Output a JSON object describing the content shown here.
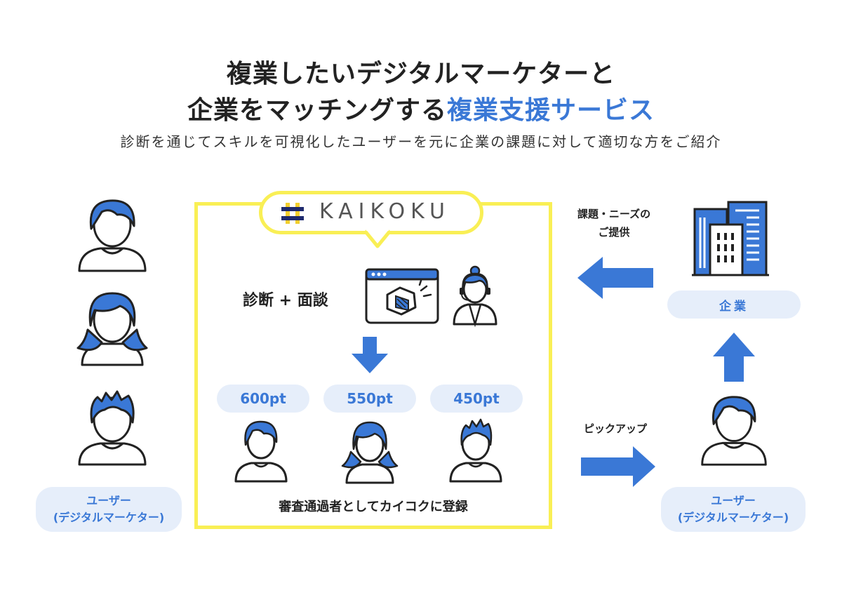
{
  "header": {
    "title_line1": "複業したいデジタルマーケターと",
    "title_line2_prefix": "企業をマッチングする",
    "title_line2_accent": "複業支援サービス",
    "subtitle": "診断を通じてスキルを可視化したユーザーを元に企業の課題に対して適切な方をご紹介"
  },
  "left": {
    "users_label_line1": "ユーザー",
    "users_label_line2": "(デジタルマーケター)"
  },
  "center": {
    "brand": "KAIKOKU",
    "process_label": "診断 + 面談",
    "scores": [
      "600pt",
      "550pt",
      "450pt"
    ],
    "footer": "審査通過者としてカイコクに登録"
  },
  "right": {
    "issues_line1": "課題・ニーズの",
    "issues_line2": "ご提供",
    "company_label": "企業",
    "pickup_label": "ピックアップ",
    "user_label_line1": "ユーザー",
    "user_label_line2": "(デジタルマーケター)"
  },
  "colors": {
    "accent": "#3a78d6",
    "yellow": "#f9ef55",
    "pill_bg": "#e6eefa",
    "logo_navy": "#1e2a6e",
    "logo_yellow": "#f2cf2e"
  }
}
